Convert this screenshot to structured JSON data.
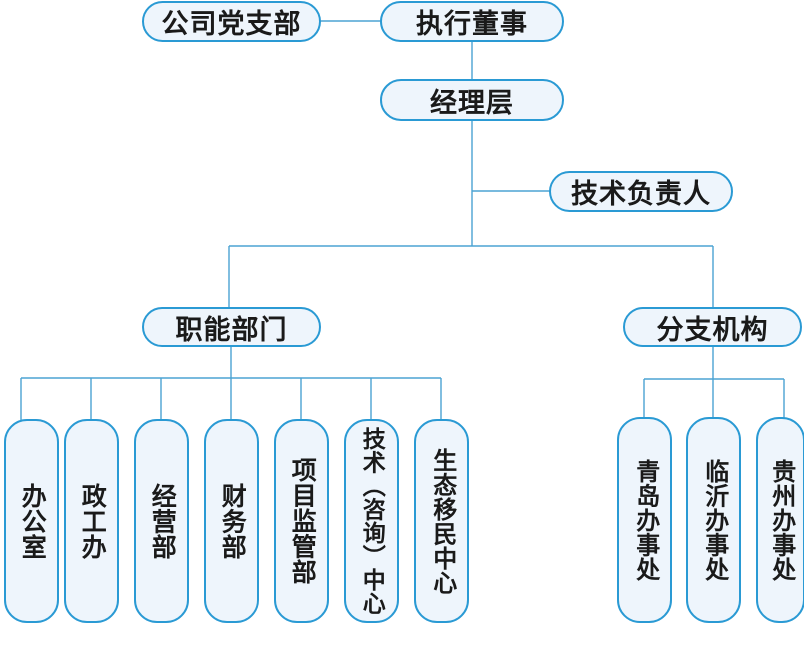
{
  "chart_data": {
    "type": "diagram",
    "diagram_kind": "organization-chart",
    "title": "",
    "orientation": "top-down",
    "colors": {
      "node_fill": "#eef5fc",
      "node_border": "#2a9ad4",
      "connector": "#4ba3d3",
      "text": "#1a1a1a",
      "background": "#ffffff"
    },
    "nodes": [
      {
        "id": "party",
        "label": "公司党支部",
        "level": 0,
        "text_dir": "horizontal"
      },
      {
        "id": "exec",
        "label": "执行董事",
        "level": 0,
        "text_dir": "horizontal"
      },
      {
        "id": "manager",
        "label": "经理层",
        "level": 1,
        "text_dir": "horizontal"
      },
      {
        "id": "tech_lead",
        "label": "技术负责人",
        "level": 2,
        "text_dir": "horizontal"
      },
      {
        "id": "functional",
        "label": "职能部门",
        "level": 3,
        "text_dir": "horizontal"
      },
      {
        "id": "branches",
        "label": "分支机构",
        "level": 3,
        "text_dir": "horizontal"
      },
      {
        "id": "office",
        "label": "办公室",
        "level": 4,
        "text_dir": "vertical",
        "parent": "functional"
      },
      {
        "id": "political",
        "label": "政工办",
        "level": 4,
        "text_dir": "vertical",
        "parent": "functional"
      },
      {
        "id": "operations",
        "label": "经营部",
        "level": 4,
        "text_dir": "vertical",
        "parent": "functional"
      },
      {
        "id": "finance",
        "label": "财务部",
        "level": 4,
        "text_dir": "vertical",
        "parent": "functional"
      },
      {
        "id": "project_supervision",
        "label": "项目监管部",
        "level": 4,
        "text_dir": "vertical",
        "parent": "functional"
      },
      {
        "id": "tech_center",
        "label": "技术（咨询）中心",
        "level": 4,
        "text_dir": "vertical",
        "parent": "functional"
      },
      {
        "id": "eco_migration",
        "label": "生态移民中心",
        "level": 4,
        "text_dir": "vertical",
        "parent": "functional"
      },
      {
        "id": "qingdao",
        "label": "青岛办事处",
        "level": 4,
        "text_dir": "vertical",
        "parent": "branches"
      },
      {
        "id": "linyi",
        "label": "临沂办事处",
        "level": 4,
        "text_dir": "vertical",
        "parent": "branches"
      },
      {
        "id": "guizhou",
        "label": "贵州办事处",
        "level": 4,
        "text_dir": "vertical",
        "parent": "branches"
      }
    ],
    "edges": [
      {
        "from": "party",
        "to": "exec",
        "style": "horizontal-link"
      },
      {
        "from": "exec",
        "to": "manager",
        "style": "vertical"
      },
      {
        "from": "manager",
        "to": "tech_lead",
        "style": "elbow-right"
      },
      {
        "from": "manager",
        "to": "functional",
        "style": "elbow"
      },
      {
        "from": "manager",
        "to": "branches",
        "style": "elbow"
      },
      {
        "from": "functional",
        "to": "office",
        "style": "bus"
      },
      {
        "from": "functional",
        "to": "political",
        "style": "bus"
      },
      {
        "from": "functional",
        "to": "operations",
        "style": "bus"
      },
      {
        "from": "functional",
        "to": "finance",
        "style": "bus"
      },
      {
        "from": "functional",
        "to": "project_supervision",
        "style": "bus"
      },
      {
        "from": "functional",
        "to": "tech_center",
        "style": "bus"
      },
      {
        "from": "functional",
        "to": "eco_migration",
        "style": "bus"
      },
      {
        "from": "branches",
        "to": "qingdao",
        "style": "bus"
      },
      {
        "from": "branches",
        "to": "linyi",
        "style": "bus"
      },
      {
        "from": "branches",
        "to": "guizhou",
        "style": "bus"
      }
    ]
  },
  "labels": {
    "party": "公司党支部",
    "exec": "执行董事",
    "manager": "经理层",
    "tech_lead": "技术负责人",
    "functional": "职能部门",
    "branches": "分支机构",
    "office": "办公室",
    "political": "政工办",
    "operations": "经营部",
    "finance": "财务部",
    "project_supervision": "项目监管部",
    "tech_center": "技术（咨询）中心",
    "eco_migration": "生态移民中心",
    "qingdao": "青岛办事处",
    "linyi": "临沂办事处",
    "guizhou": "贵州办事处"
  }
}
